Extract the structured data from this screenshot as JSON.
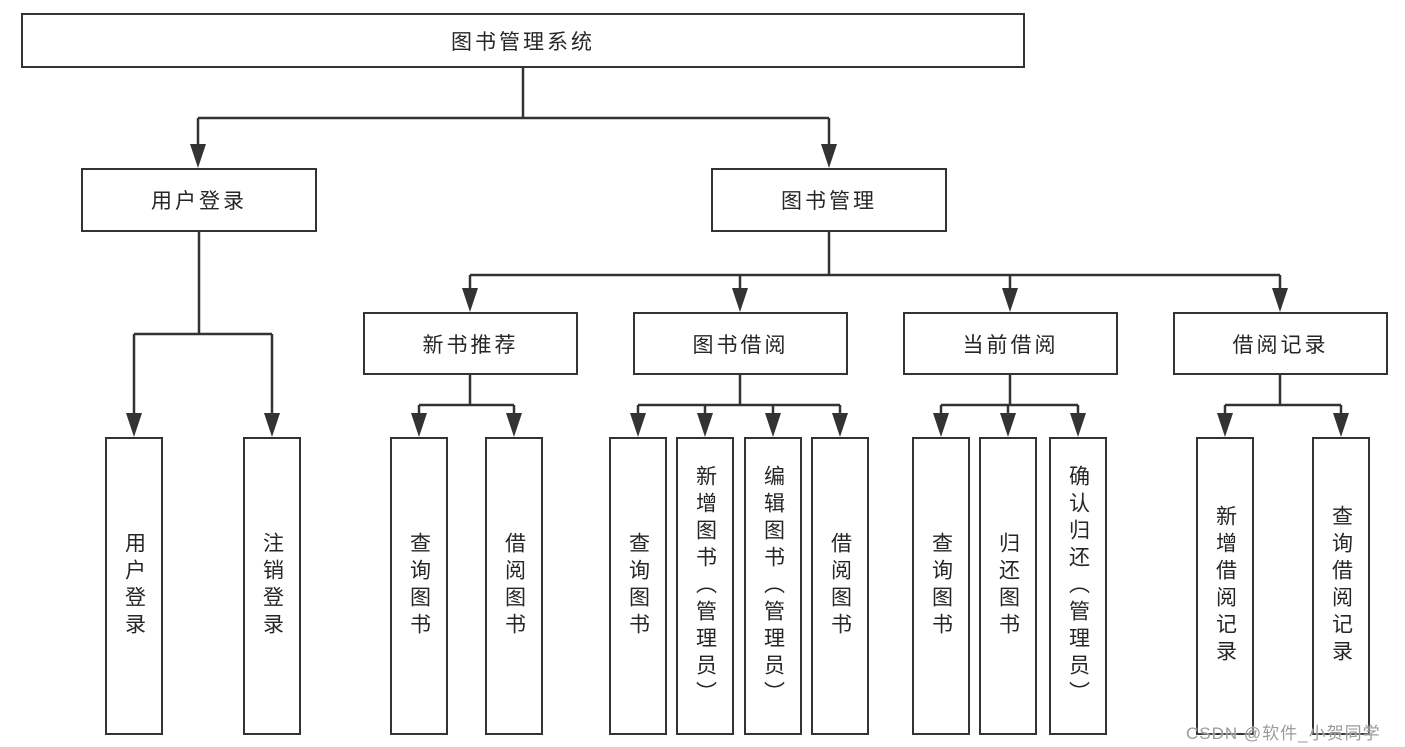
{
  "diagram": {
    "title": "图书管理系统",
    "watermark": "CSDN @软件_小贺同学",
    "colors": {
      "line": "#333333",
      "text": "#262626",
      "box_background": "#ffffff",
      "page_background": "#ffffff",
      "watermark": "#9b9b9b"
    },
    "branches": [
      {
        "label": "用户登录",
        "children": [
          {
            "label": "用户登录"
          },
          {
            "label": "注销登录"
          }
        ]
      },
      {
        "label": "图书管理",
        "children": [
          {
            "label": "新书推荐",
            "children": [
              {
                "label": "查询图书"
              },
              {
                "label": "借阅图书"
              }
            ]
          },
          {
            "label": "图书借阅",
            "children": [
              {
                "label": "查询图书"
              },
              {
                "label": "新增图书（管理员）"
              },
              {
                "label": "编辑图书（管理员）"
              },
              {
                "label": "借阅图书"
              }
            ]
          },
          {
            "label": "当前借阅",
            "children": [
              {
                "label": "查询图书"
              },
              {
                "label": "归还图书"
              },
              {
                "label": "确认归还（管理员）"
              }
            ]
          },
          {
            "label": "借阅记录",
            "children": [
              {
                "label": "新增借阅记录"
              },
              {
                "label": "查询借阅记录"
              }
            ]
          }
        ]
      }
    ]
  }
}
